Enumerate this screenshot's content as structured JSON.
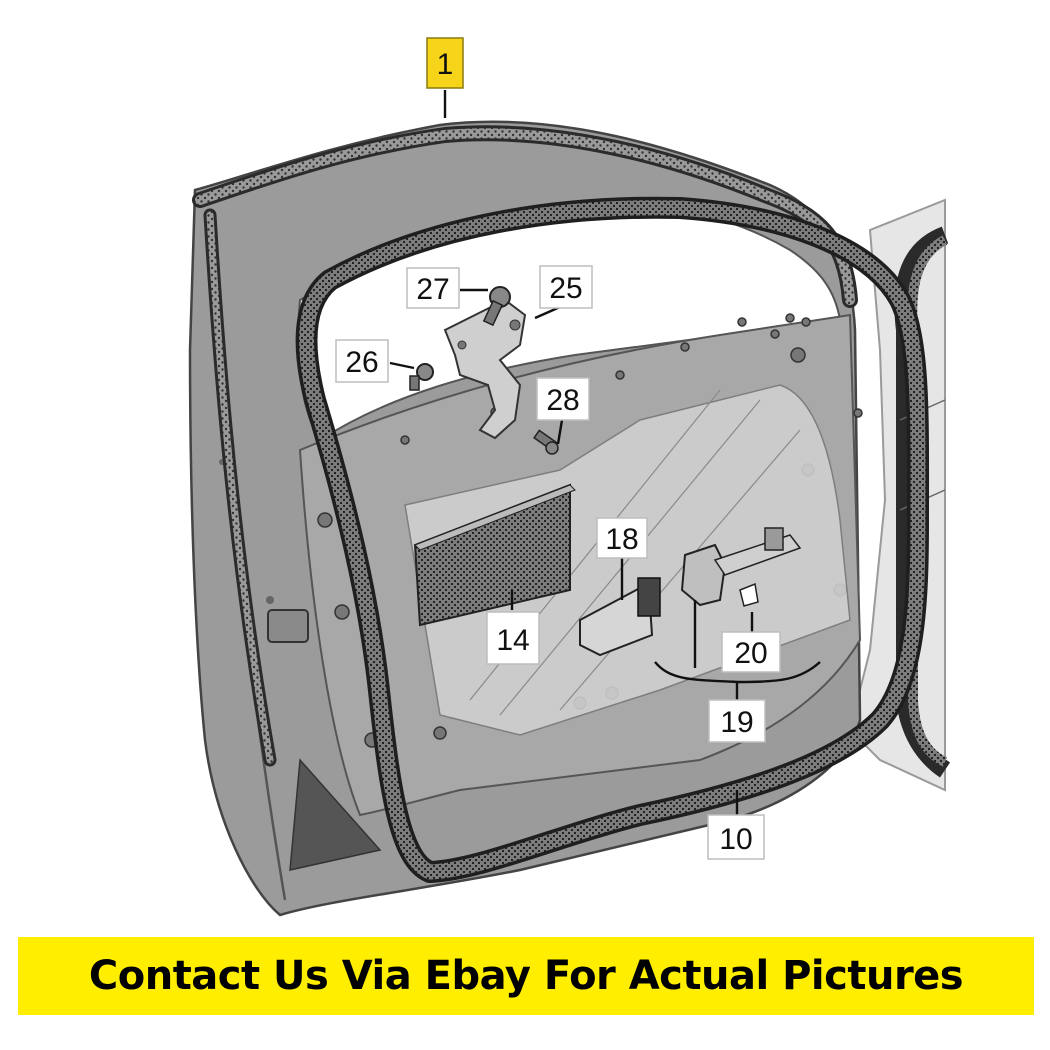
{
  "diagram": {
    "callouts": {
      "c1": "1",
      "c10": "10",
      "c14": "14",
      "c18": "18",
      "c19": "19",
      "c20": "20",
      "c25": "25",
      "c26": "26",
      "c27": "27",
      "c28": "28"
    },
    "highlight_color": "#f5d41a"
  },
  "banner": {
    "text": "Contact Us Via Ebay For Actual Pictures",
    "background": "#ffee00"
  }
}
